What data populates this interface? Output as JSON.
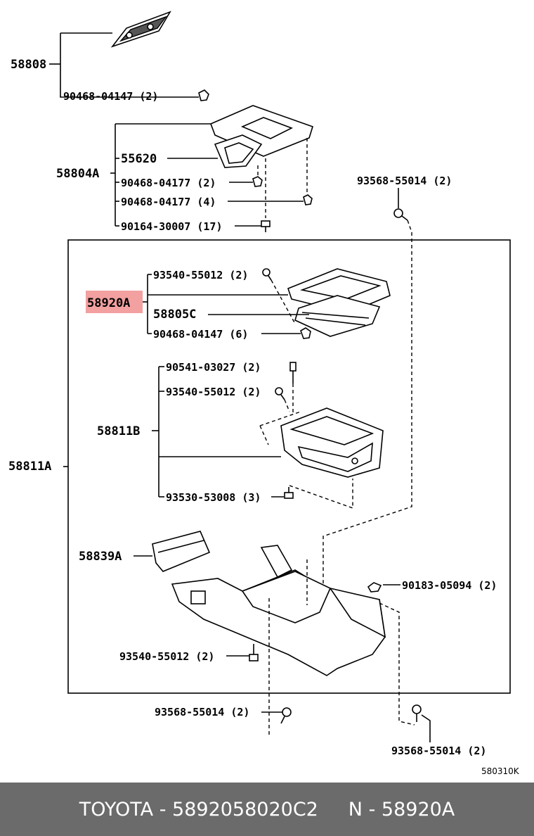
{
  "colors": {
    "highlight": "#f2a0a0",
    "footer_bg": "#6b6b6b",
    "footer_text": "#ffffff"
  },
  "labels": {
    "l58808": "58808",
    "l90468_04147_top": "90468-04147 (2)",
    "l58804A": "58804A",
    "l55620": "55620",
    "l90468_04177_a": "90468-04177 (2)",
    "l90468_04177_b": "90468-04177 (4)",
    "l90164": "90164-30007 (17)",
    "l93568_top": "93568-55014 (2)",
    "l93540_a": "93540-55012 (2)",
    "l58920A": "58920A",
    "l58805C": "58805C",
    "l90468_04147_b": "90468-04147 (6)",
    "l90541": "90541-03027 (2)",
    "l93540_b": "93540-55012 (2)",
    "l58811B": "58811B",
    "l58811A": "58811A",
    "l93530": "93530-53008 (3)",
    "l58839A": "58839A",
    "l90183": "90183-05094 (2)",
    "l93540_c": "93540-55012 (2)",
    "l93568_mid": "93568-55014 (2)",
    "l93568_bot": "93568-55014 (2)",
    "diagram_code": "580310K"
  },
  "footer": {
    "brand": "TOYOTA",
    "sep1": " - ",
    "part_number": "5892058020C2",
    "gap": "     ",
    "n_prefix": "N",
    "sep2": " - ",
    "ref_code": "58920A"
  }
}
